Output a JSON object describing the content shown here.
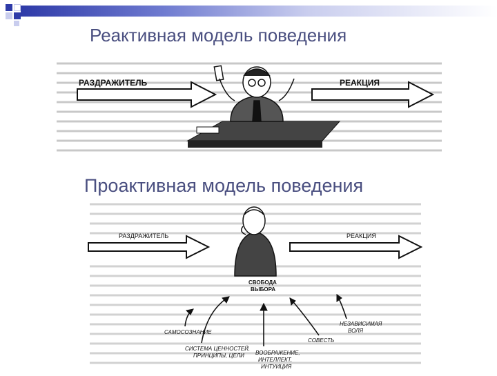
{
  "slide": {
    "title_reactive": "Реактивная модель поведения",
    "title_proactive": "Проактивная модель поведения"
  },
  "reactive_figure": {
    "stimulus_label": "РАЗДРАЖИТЕЛЬ",
    "response_label": "РЕАКЦИЯ"
  },
  "proactive_figure": {
    "stimulus_label": "РАЗДРАЖИТЕЛЬ",
    "response_label": "РЕАКЦИЯ",
    "freedom_line1": "СВОБОДА",
    "freedom_line2": "ВЫБОРА",
    "self_awareness": "САМОСОЗНАНИЕ",
    "values_line1": "СИСТЕМА ЦЕННОСТЕЙ,",
    "values_line2": "ПРИНЦИПЫ, ЦЕЛИ",
    "imagination_line1": "ВООБРАЖЕНИЕ,",
    "imagination_line2": "ИНТЕЛЛЕКТ,",
    "imagination_line3": "ИНТУИЦИЯ",
    "conscience": "СОВЕСТЬ",
    "will_line1": "НЕЗАВИСИМАЯ",
    "will_line2": "ВОЛЯ"
  }
}
